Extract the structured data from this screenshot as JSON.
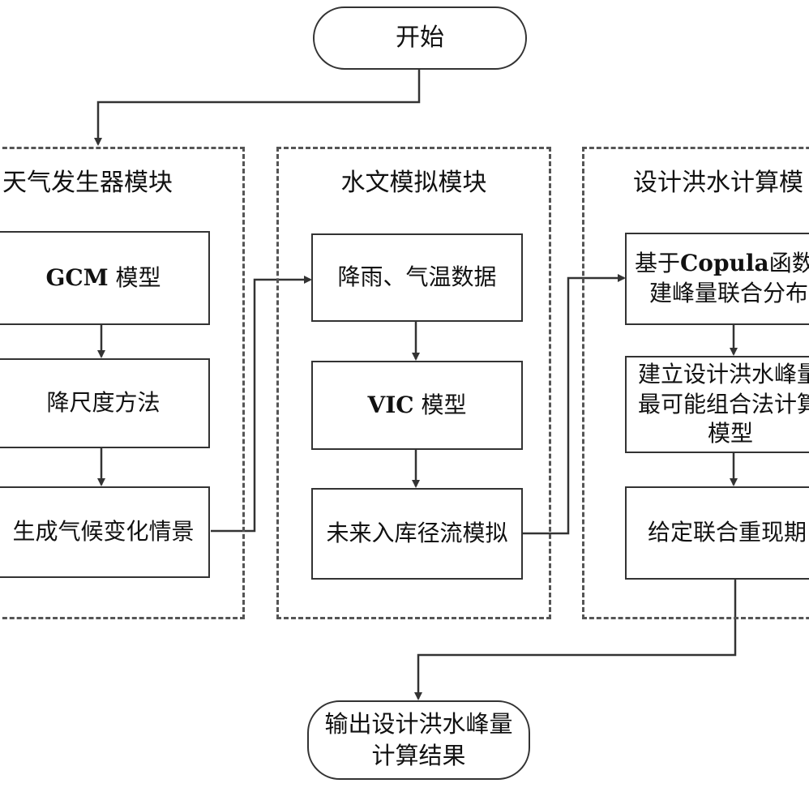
{
  "start": {
    "label": "开始"
  },
  "end": {
    "line1": "输出设计洪水峰量",
    "line2": "计算结果"
  },
  "modules": [
    {
      "title": "天气发生器模块",
      "boxes": [
        {
          "bold": "GCM",
          "text": " 模型"
        },
        {
          "text": "降尺度方法"
        },
        {
          "text": "生成气候变化情景"
        }
      ]
    },
    {
      "title": "水文模拟模块",
      "boxes": [
        {
          "text": "降雨、气温数据"
        },
        {
          "bold": "VIC",
          "text": " 模型"
        },
        {
          "text": "未来入库径流模拟"
        }
      ]
    },
    {
      "title": "设计洪水计算模",
      "boxes": [
        {
          "pre": "基于",
          "bold": "Copula",
          "text": "函数构",
          "line2": "建峰量联合分布"
        },
        {
          "line1": "建立设计洪水峰量",
          "line2": "最可能组合法计算",
          "line3": "模型"
        },
        {
          "text": "给定联合重现期"
        }
      ]
    }
  ],
  "colors": {
    "line": "#333333",
    "border": "#555555",
    "background": "#ffffff"
  }
}
